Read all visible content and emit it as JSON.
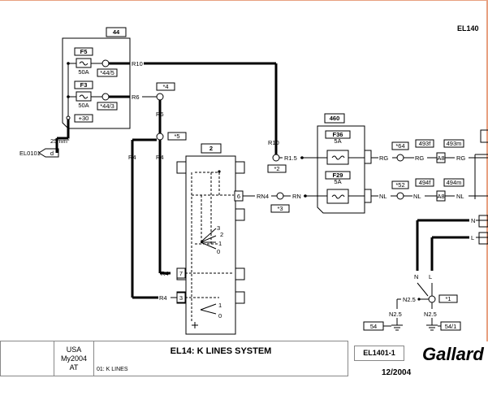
{
  "header": {
    "page_code": "EL140"
  },
  "fuse_panel": {
    "ref": "44",
    "fuses": [
      {
        "id": "F5",
        "rating": "50A",
        "connector": "*44/5",
        "wire": "R10"
      },
      {
        "id": "F3",
        "rating": "50A",
        "connector": "*44/3",
        "wire": "R6"
      }
    ],
    "supply": "+30",
    "cable_size": "25mm",
    "cable_size_sup": "2",
    "external_ref": "EL0101",
    "ground_tag": "d"
  },
  "connectors": {
    "c4": "*4",
    "c5": "*5",
    "c2": "*2",
    "c3": "*3",
    "c64": "*64",
    "c52": "*52",
    "c1": "*1"
  },
  "wires": {
    "r6": "R6",
    "r4": "R4",
    "r10": "R10",
    "r15": "R1.5",
    "rn4": "RN4",
    "rn": "RN",
    "rg": "RG",
    "nl": "NL",
    "n": "N",
    "l": "L",
    "n25": "N2.5"
  },
  "switch": {
    "ref": "2",
    "pins": [
      "6",
      "7",
      "3"
    ],
    "positions_upper": [
      "3",
      "2",
      "1",
      "0"
    ],
    "positions_lower": [
      "1",
      "0"
    ]
  },
  "relay_fuses": {
    "ref": "460",
    "fuses": [
      {
        "id": "F36",
        "rating": "5A"
      },
      {
        "id": "F29",
        "rating": "5A"
      }
    ]
  },
  "right_connectors": {
    "f493": "493f",
    "m493": "493m",
    "f494": "494f",
    "m494": "494m",
    "pin_a": "A8",
    "pin_b": "A8"
  },
  "grounds": {
    "left_label": "N2.5",
    "left_ref": "54",
    "right_label": "N2.5",
    "right_ref": "54/1"
  },
  "title_block": {
    "region": "USA",
    "model_year": "My2004",
    "trans": "AT",
    "system_title": "EL14: K LINES SYSTEM",
    "sub_title": "01: K LINES",
    "doc_code": "EL1401-1",
    "date": "12/2004",
    "brand": "Gallard"
  }
}
